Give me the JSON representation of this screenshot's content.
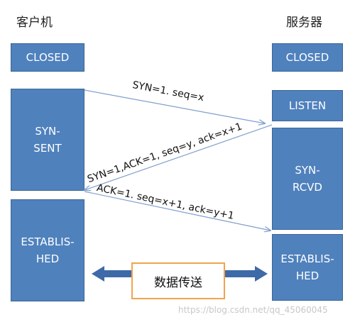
{
  "headers": {
    "client": "客户机",
    "server": "服务器"
  },
  "client_states": [
    "CLOSED",
    "SYN-\nSENT",
    "ESTABLIS-\nHED"
  ],
  "server_states": [
    "CLOSED",
    "LISTEN",
    "SYN-\nRCVD",
    "ESTABLIS-\nHED"
  ],
  "messages": {
    "syn": "SYN=1. seq=x",
    "syn_ack": "SYN=1,ACK=1, seq=y, ack=x+1",
    "ack": "ACK=1. seq=x+1, ack=y+1"
  },
  "transfer": "数据传送",
  "watermark": "https://blog.csdn.net/qq_45060045",
  "colors": {
    "state_box": "#4f81bd",
    "arrow_line": "#7f9fcf",
    "block_arrow": "#3e6aa8",
    "transfer_border": "#f0a44c"
  }
}
